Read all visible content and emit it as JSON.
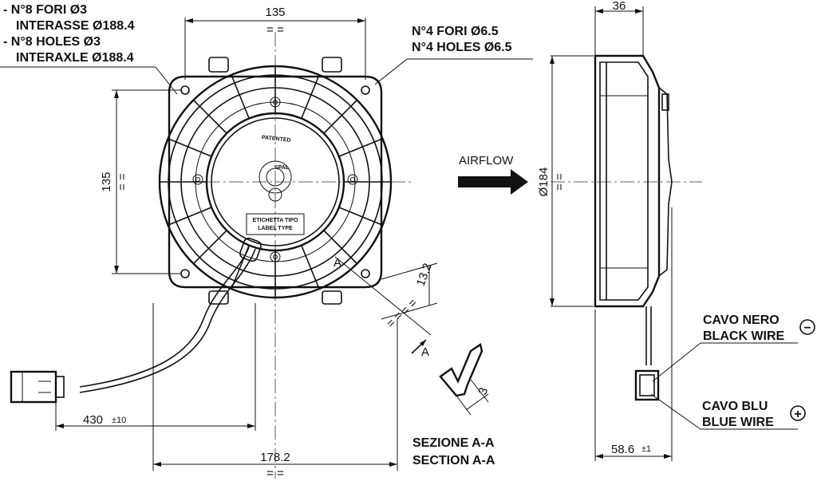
{
  "notes": {
    "holes_8_it": "- N°8 FORI Ø3",
    "interaxle_it": "INTERASSE Ø188.4",
    "holes_8_en": "- N°8 HOLES Ø3",
    "interaxle_en": "INTERAXLE Ø188.4",
    "holes_4_it": "N°4 FORI Ø6.5",
    "holes_4_en": "N°4 HOLES Ø6.5",
    "airflow": "AIRFLOW",
    "section_it": "SEZIONE A-A",
    "section_en": "SECTION A-A",
    "black_wire_it": "CAVO NERO",
    "black_wire_en": "BLACK WIRE",
    "blue_wire_it": "CAVO BLU",
    "blue_wire_en": "BLUE WIRE",
    "minus_symbol": "−",
    "plus_symbol": "+"
  },
  "dimensions": {
    "top_width": "135",
    "side_height": "135",
    "depth_top": "36",
    "diameter": "Ø184",
    "bracket_offset": "13.2",
    "section_thickness": "3",
    "cable_length": "430",
    "cable_tolerance": "±10",
    "overall_width": "178.2",
    "overall_depth": "58.6",
    "overall_depth_tolerance": "±1",
    "section_letter_a1": "A",
    "section_letter_a2": "A",
    "equal_marks": "= ="
  },
  "hub_labels": {
    "patented": "PATENTED",
    "label_type_it": "ETICHETTA TIPO",
    "label_type_en": "LABEL TYPE",
    "brand": "SPAL"
  }
}
